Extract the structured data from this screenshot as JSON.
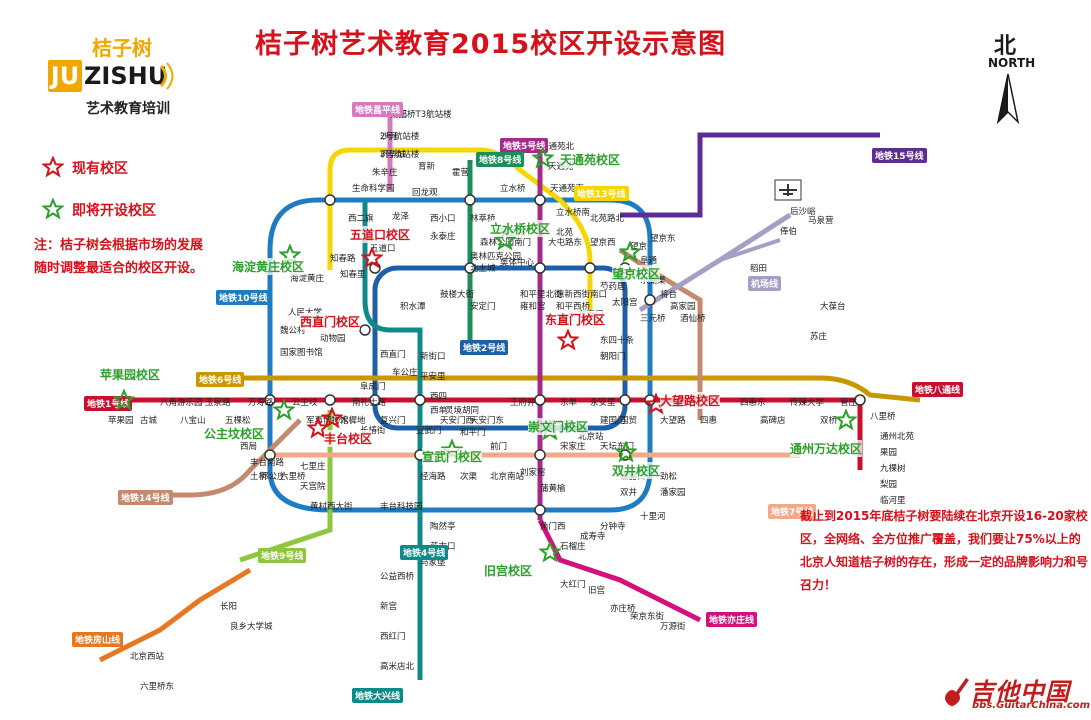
{
  "title": "桔子树艺术教育2015校区开设示意图",
  "logo": {
    "top": "桔子树",
    "brand_j": "JU",
    "brand_rest": "ZISHU",
    "bottom": "艺术教育培训"
  },
  "legend": {
    "existing": "现有校区",
    "planned": "即将开设校区"
  },
  "note": "注：桔子树会根据市场的发展随时调整最适合的校区开设。",
  "compass": {
    "char": "北",
    "word": "NORTH"
  },
  "bottom_note": "截止到2015年底桔子树要陆续在北京开设16-20家校区，全网络、全方位推广覆盖，我们要让75%以上的北京人知道桔子树的存在，形成一定的品牌影响力和号召力！",
  "watermark": {
    "name": "吉他中国",
    "url": "bbs.GuitarChina.com"
  },
  "colors": {
    "existing": "#d7111b",
    "planned": "#2aa12a",
    "line1": "#c8102e",
    "line2": "#1f5fa8",
    "line4": "#0f8a8a",
    "line5": "#a52a8a",
    "line6": "#c99700",
    "line8": "#1a8f5a",
    "line9": "#8dc63f",
    "line10": "#1f7cc2",
    "line13": "#f4d600",
    "line14": "#c48a6f",
    "line15": "#5d2d91",
    "airport": "#a79ec6",
    "fangshan": "#e87722",
    "batong": "#c8102e",
    "changping": "#d67ac0",
    "yizhuang": "#d2117a"
  },
  "campuses": [
    {
      "label": "五道口校区",
      "status": "existing"
    },
    {
      "label": "西直门校区",
      "status": "existing"
    },
    {
      "label": "东直门校区",
      "status": "existing"
    },
    {
      "label": "大望路校区",
      "status": "existing"
    },
    {
      "label": "丰台校区",
      "status": "existing"
    },
    {
      "label": "天通苑校区",
      "status": "planned"
    },
    {
      "label": "立水桥校区",
      "status": "planned"
    },
    {
      "label": "望京校区",
      "status": "planned"
    },
    {
      "label": "海淀黄庄校区",
      "status": "planned"
    },
    {
      "label": "苹果园校区",
      "status": "planned"
    },
    {
      "label": "公主坟校区",
      "status": "planned"
    },
    {
      "label": "宣武门校区",
      "status": "planned"
    },
    {
      "label": "崇文门校区",
      "status": "planned"
    },
    {
      "label": "双井校区",
      "status": "planned"
    },
    {
      "label": "通州万达校区",
      "status": "planned"
    },
    {
      "label": "旧宫校区",
      "status": "planned"
    }
  ],
  "line_badges": [
    "地铁1号线",
    "地铁2号线",
    "地铁4号线",
    "地铁5号线",
    "地铁6号线",
    "地铁7号线",
    "地铁8号线",
    "地铁9号线",
    "地铁10号线",
    "地铁13号线",
    "地铁14号线",
    "地铁15号线",
    "地铁昌平线",
    "地铁房山线",
    "地铁八通线",
    "地铁亦庄线",
    "地铁大兴线",
    "机场线"
  ],
  "stations": [
    "南邵",
    "沙河",
    "巩华城",
    "朱辛庄",
    "生命科学园",
    "西二旗",
    "龙泽",
    "回龙观",
    "霍营",
    "立水桥",
    "天通苑北",
    "天通苑",
    "天通苑南",
    "育新",
    "西小口",
    "永泰庄",
    "林萃桥",
    "森林公园南门",
    "奥林匹克公园",
    "北土城",
    "奥体中心",
    "安立路",
    "大屯路东",
    "北苑路北",
    "立水桥南",
    "北苑",
    "望京西",
    "望京",
    "望京东",
    "阜通",
    "东湖渠",
    "将台",
    "高家园",
    "酒仙桥",
    "三元桥",
    "太阳宫",
    "芍药居",
    "惠新西街南口",
    "和平西桥",
    "和平里北街",
    "雍和宫",
    "安定门",
    "鼓楼大街",
    "积水潭",
    "西直门",
    "车公庄",
    "阜成门",
    "复兴门",
    "长椿街",
    "宣武门",
    "和平门",
    "前门",
    "崇文门",
    "北京站",
    "建国门",
    "朝阳门",
    "东四十条",
    "东直门",
    "五道口",
    "知春路",
    "知春里",
    "海淀黄庄",
    "人民大学",
    "魏公村",
    "国家图书馆",
    "动物园",
    "新街口",
    "平安里",
    "西四",
    "灵境胡同",
    "西单",
    "苹果园",
    "古城",
    "八角游乐园",
    "八宝山",
    "玉泉路",
    "五棵松",
    "万寿路",
    "公主坟",
    "军事博物馆",
    "木樨地",
    "南礼士路",
    "天安门西",
    "天安门东",
    "王府井",
    "东单",
    "永安里",
    "国贸",
    "大望路",
    "四惠",
    "四惠东",
    "高碑店",
    "传媒大学",
    "双桥",
    "管庄",
    "八里桥",
    "通州北苑",
    "果园",
    "九棵树",
    "梨园",
    "临河里",
    "土桥",
    "西局",
    "六里桥",
    "丰台科技园",
    "角门西",
    "宋家庄",
    "刘家窑",
    "蒲黄榆",
    "天坛东门",
    "磁器口",
    "双井",
    "劲松",
    "潘家园",
    "十里河",
    "分钟寺",
    "成寿寺",
    "石榴庄",
    "大红门",
    "旧宫",
    "亦庄桥",
    "荣京东街",
    "万源街",
    "经海路",
    "次渠",
    "北京南站",
    "陶然亭",
    "菜市口",
    "马家堡",
    "公益西桥",
    "新宫",
    "西红门",
    "高米店北",
    "黄村西大街",
    "天宫院",
    "郭公庄",
    "丰台南路",
    "七里庄",
    "六里桥东",
    "北京西站",
    "长阳",
    "良乡大学城",
    "苏庄",
    "大葆台",
    "稻田",
    "俸伯",
    "后沙峪",
    "马泉营",
    "三元桥T3航站楼",
    "2号航站楼",
    "3号航站楼"
  ]
}
